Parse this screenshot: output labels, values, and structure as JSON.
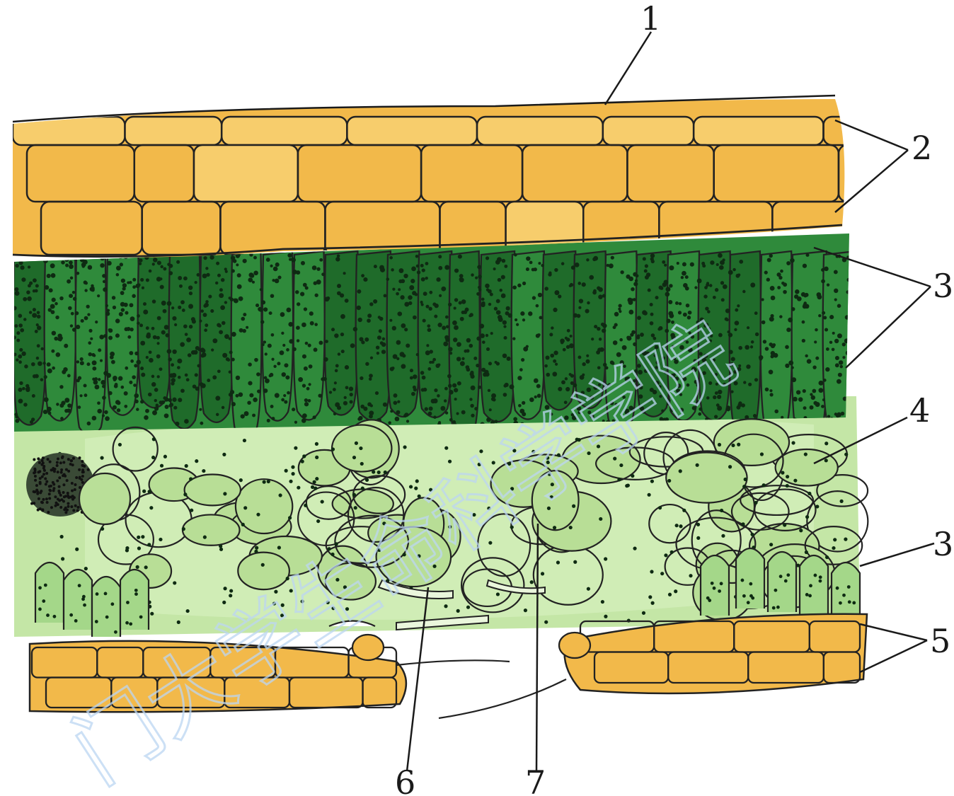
{
  "figure": {
    "subject": "leaf cross-section illustration",
    "labels": [
      "1",
      "2",
      "3",
      "3",
      "4",
      "5",
      "6",
      "7"
    ]
  },
  "watermark": {
    "text": "门大学生命科学学院"
  },
  "colors": {
    "epidermis": "#f2b94a",
    "epidermis_light": "#f7cd6c",
    "palisade": "#2f8a3b",
    "palisade_dark": "#1f6b2a",
    "spongy": "#bfe3a0",
    "spongy_light": "#d6efbd",
    "cell_wall": "#222222",
    "chloroplast": "#0e2a12",
    "watermark": "#bcd6f2"
  }
}
